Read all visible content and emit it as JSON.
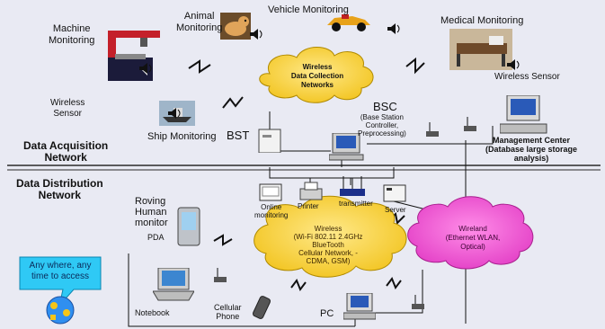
{
  "acquisition": {
    "section_title": "Data Acquisition\nNetwork",
    "machine": "Machine\nMonitoring",
    "animal": "Animal\nMonitoring",
    "vehicle": "Vehicle Monitoring",
    "medical": "Medical Monitoring",
    "wireless_sensor_left": "Wireless\nSensor",
    "wireless_sensor_right": "Wireless Sensor",
    "ship": "Ship Monitoring",
    "cloud": "Wireless\nData Collection\nNetworks",
    "bst": "BST",
    "bsc": "BSC",
    "bsc_desc": "(Base Station\nController,\nPreprocessing)",
    "mgmt": "Management Center\n(Database large storage\nanalysis)"
  },
  "distribution": {
    "section_title": "Data Distribution\nNetwork",
    "online": "Online\nmonitoring",
    "printer": "Printer",
    "transmitter": "transmitter",
    "server": "Server",
    "roving": "Roving\nHuman\nmonitor",
    "pda": "PDA",
    "wireless_cloud": "Wireless\n(Wi-Fi 802.11 2.4GHz\nBlueTooth\nCellular Network, -\nCDMA, GSM)",
    "wireland_cloud": "Wireland\n(Ethernet WLAN,\nOptical)",
    "anywhere": "Any where, any\ntime to access",
    "notebook": "Notebook",
    "cellular": "Cellular\nPhone",
    "pc": "PC"
  },
  "colors": {
    "background": "#e9eaf3",
    "cloud_yellow": "#f6d23a",
    "cloud_magenta": "#f05ad6",
    "callout_cyan": "#2fc9f5"
  }
}
